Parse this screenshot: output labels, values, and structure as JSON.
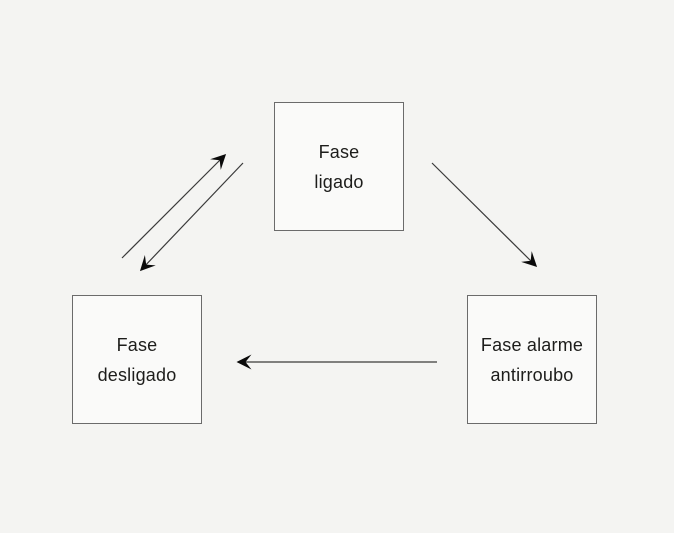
{
  "diagram": {
    "type": "state-diagram",
    "background_color": "#f4f4f2",
    "node_fill_color": "#fafaf9",
    "node_border_color": "#6b6b6b",
    "text_color": "#1d1d1b",
    "arrow_line_color": "#3a3a3a",
    "arrowhead_color": "#0a0a0a",
    "nodes": [
      {
        "id": "fase-ligado",
        "label": "Fase ligado",
        "lines": [
          "Fase",
          "ligado"
        ]
      },
      {
        "id": "fase-desligado",
        "label": "Fase desligado",
        "lines": [
          "Fase",
          "desligado"
        ]
      },
      {
        "id": "fase-alarme",
        "label": "Fase alarme antirroubo",
        "lines": [
          "Fase alarme",
          "antirroubo"
        ]
      }
    ],
    "edges": [
      {
        "from": "fase-desligado",
        "to": "fase-ligado",
        "style": "diagonal-up-right"
      },
      {
        "from": "fase-ligado",
        "to": "fase-desligado",
        "style": "diagonal-down-left"
      },
      {
        "from": "fase-ligado",
        "to": "fase-alarme",
        "style": "diagonal-down-right"
      },
      {
        "from": "fase-alarme",
        "to": "fase-desligado",
        "style": "horizontal-left"
      }
    ]
  }
}
